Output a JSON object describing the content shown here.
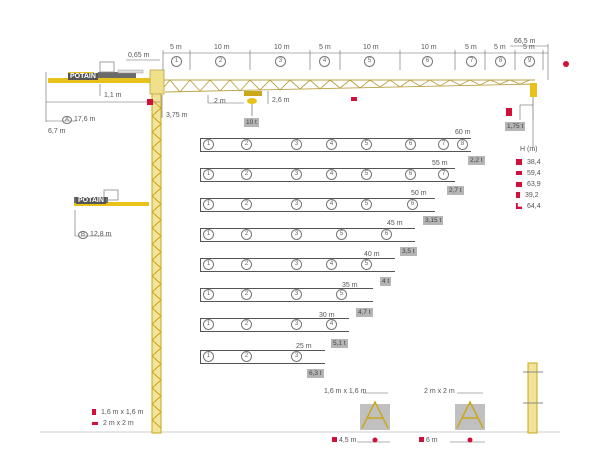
{
  "brand": "POTAIN",
  "colors": {
    "crane_yellow": "#e8c21a",
    "lattice": "#c9b24a",
    "accent_red": "#d0103a",
    "tag_gray": "#b5b5b5",
    "dim_line": "#666666",
    "ground": "#cccccc"
  },
  "jib": {
    "total_reach": "66,5 m",
    "offset": "0,65 m",
    "sections": [
      {
        "n": "1",
        "length": "5 m"
      },
      {
        "n": "2",
        "length": "10 m"
      },
      {
        "n": "3",
        "length": "10 m"
      },
      {
        "n": "4",
        "length": "5 m"
      },
      {
        "n": "5",
        "length": "10 m"
      },
      {
        "n": "6",
        "length": "10 m"
      },
      {
        "n": "7",
        "length": "5 m"
      },
      {
        "n": "8",
        "length": "5 m"
      },
      {
        "n": "9",
        "length": "5 m"
      }
    ],
    "max_load_tag": "10 t",
    "tip_load_tag": "1,75 t",
    "trolley_offset": "2 m",
    "hook_height": "2,6 m"
  },
  "counter_jib": {
    "height_above": "1,1 m",
    "mast_offset": "3,75 m",
    "length_A": "17,6 m",
    "length_A_label": "A",
    "tail": "6,7 m",
    "length_B": "12,8 m",
    "length_B_label": "B"
  },
  "height_table": {
    "title": "H (m)",
    "rows": [
      {
        "icon": "mast-fixed-icon",
        "value": "38,4"
      },
      {
        "icon": "mast-2m-icon",
        "value": "59,4"
      },
      {
        "icon": "mast-2m-wide-icon",
        "value": "63,9"
      },
      {
        "icon": "chassis-4-5-icon",
        "value": "39,2"
      },
      {
        "icon": "chassis-6-icon",
        "value": "64,4"
      }
    ]
  },
  "configurations": [
    {
      "reach": "60 m",
      "sections": [
        "1",
        "2",
        "3",
        "4",
        "5",
        "6",
        "7",
        "8"
      ],
      "tip_load": "2,2 t"
    },
    {
      "reach": "55 m",
      "sections": [
        "1",
        "2",
        "3",
        "4",
        "5",
        "6",
        "7"
      ],
      "tip_load": "2,7 t"
    },
    {
      "reach": "50 m",
      "sections": [
        "1",
        "2",
        "3",
        "4",
        "5",
        "6"
      ],
      "tip_load": "3,15 t"
    },
    {
      "reach": "45 m",
      "sections": [
        "1",
        "2",
        "3",
        "5",
        "6"
      ],
      "tip_load": "3,5 t"
    },
    {
      "reach": "40 m",
      "sections": [
        "1",
        "2",
        "3",
        "4",
        "5"
      ],
      "tip_load": "4 t"
    },
    {
      "reach": "35 m",
      "sections": [
        "1",
        "2",
        "3",
        "5"
      ],
      "tip_load": "4,7 t"
    },
    {
      "reach": "30 m",
      "sections": [
        "1",
        "2",
        "3",
        "4"
      ],
      "tip_load": "5,1 t"
    },
    {
      "reach": "25 m",
      "sections": [
        "1",
        "2",
        "3"
      ],
      "tip_load": "6,3 t"
    }
  ],
  "mast_legend": [
    {
      "icon": "mast-1-6-icon",
      "label": "1,6 m x 1,6 m"
    },
    {
      "icon": "mast-2-icon",
      "label": "2 m x 2 m"
    }
  ],
  "bases": [
    {
      "mast": "1,6 m x 1,6 m",
      "track": "4,5 m"
    },
    {
      "mast": "2 m x 2 m",
      "track": "6 m"
    }
  ]
}
